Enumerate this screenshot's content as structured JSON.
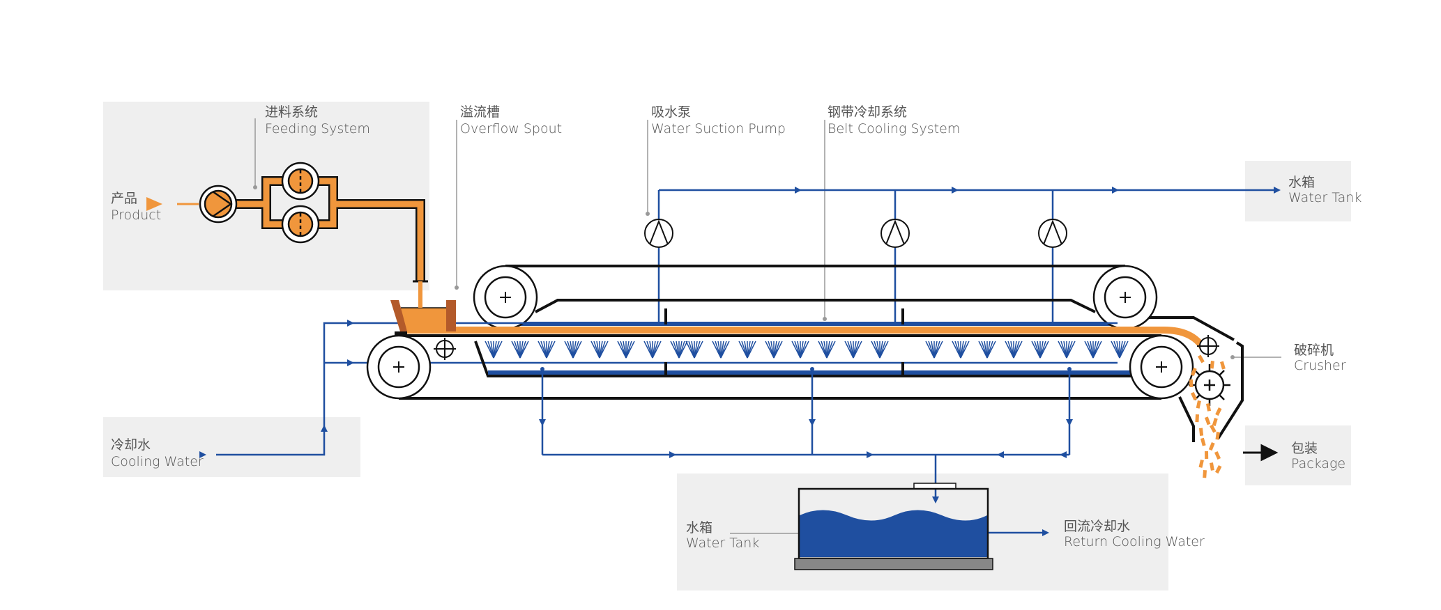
{
  "labels": {
    "product": {
      "zh": "产品",
      "en": "Product"
    },
    "feeding_system": {
      "zh": "进料系统",
      "en": "Feeding System"
    },
    "overflow_spout": {
      "zh": "溢流槽",
      "en": "Overflow Spout"
    },
    "water_suction_pump": {
      "zh": "吸水泵",
      "en": "Water Suction Pump"
    },
    "belt_cooling_system": {
      "zh": "钢带冷却系统",
      "en": "Belt Cooling System"
    },
    "water_tank_top": {
      "zh": "水箱",
      "en": "Water Tank"
    },
    "crusher": {
      "zh": "破碎机",
      "en": "Crusher"
    },
    "package": {
      "zh": "包装",
      "en": "Package"
    },
    "cooling_water": {
      "zh": "冷却水",
      "en": "Cooling Water"
    },
    "water_tank_bottom": {
      "zh": "水箱",
      "en": "Water Tank"
    },
    "return_cooling_water": {
      "zh": "回流冷却水",
      "en": "Return Cooling Water"
    }
  },
  "colors": {
    "product": "#f0963c",
    "water": "#1f4fa0",
    "frame": "#111111",
    "panel": "#efefef",
    "spout_wall": "#b35a2a"
  }
}
